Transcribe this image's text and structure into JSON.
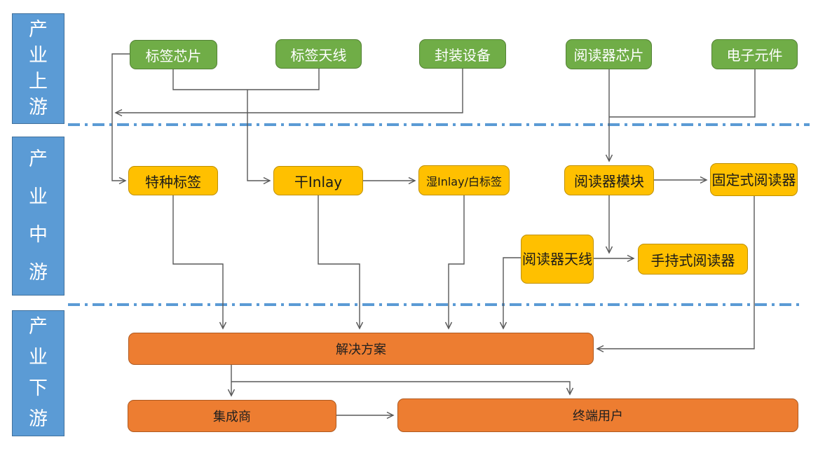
{
  "lanes": [
    {
      "label": "产业上游"
    },
    {
      "label": "产业中游"
    },
    {
      "label": "产业下游"
    }
  ],
  "nodes": {
    "tag_chip": "标签芯片",
    "tag_antenna": "标签天线",
    "packaging_equipment": "封装设备",
    "reader_chip": "阅读器芯片",
    "electronic_components": "电子元件",
    "special_tags": "特种标签",
    "dry_inlay": "干Inlay",
    "wet_inlay_white_label": "湿Inlay/白标签",
    "reader_module": "阅读器模块",
    "fixed_reader": "固定式阅读器",
    "reader_antenna": "阅读器天线",
    "handheld_reader": "手持式阅读器",
    "solutions": "解决方案",
    "integrator": "集成商",
    "end_users": "终端用户"
  },
  "edges": [
    {
      "from": "标签芯片",
      "to": "特种标签"
    },
    {
      "from": "封装设备",
      "to": "特种标签"
    },
    {
      "from": "标签芯片",
      "to": "干Inlay"
    },
    {
      "from": "标签天线",
      "to": "干Inlay"
    },
    {
      "from": "干Inlay",
      "to": "湿Inlay/白标签"
    },
    {
      "from": "阅读器芯片",
      "to": "阅读器模块"
    },
    {
      "from": "电子元件",
      "to": "阅读器模块"
    },
    {
      "from": "阅读器模块",
      "to": "固定式阅读器"
    },
    {
      "from": "阅读器模块",
      "to": "手持式阅读器"
    },
    {
      "from": "阅读器天线",
      "to": "手持式阅读器"
    },
    {
      "from": "特种标签",
      "to": "解决方案"
    },
    {
      "from": "干Inlay",
      "to": "解决方案"
    },
    {
      "from": "湿Inlay/白标签",
      "to": "解决方案"
    },
    {
      "from": "阅读器天线",
      "to": "解决方案"
    },
    {
      "from": "固定式阅读器",
      "to": "解决方案"
    },
    {
      "from": "解决方案",
      "to": "集成商"
    },
    {
      "from": "解决方案",
      "to": "终端用户"
    },
    {
      "from": "集成商",
      "to": "终端用户"
    }
  ],
  "colors": {
    "lane_fill": "#5B9BD5",
    "lane_border": "#41719C",
    "upstream_node_fill": "#70AD47",
    "upstream_node_border": "#538135",
    "midstream_node_fill": "#FFC000",
    "midstream_node_border": "#BF9000",
    "downstream_node_fill": "#ED7D31",
    "downstream_node_border": "#AE5A21",
    "separator_line": "#5B9BD5",
    "connector_line": "#595959"
  }
}
